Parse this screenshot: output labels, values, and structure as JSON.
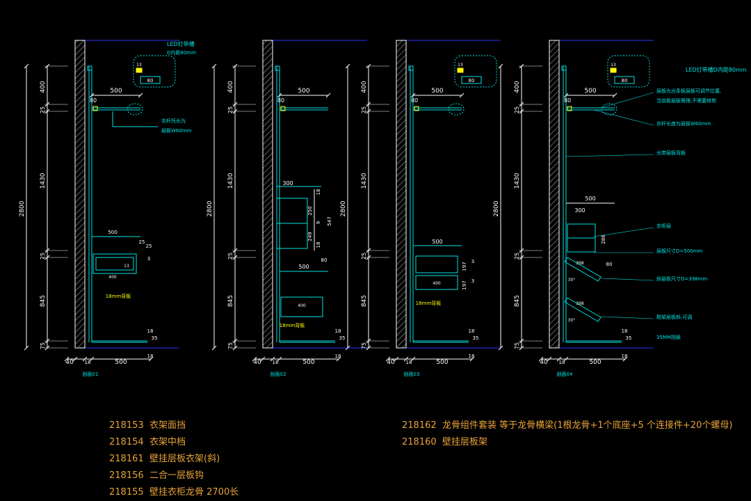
{
  "colors": {
    "background": "#000000",
    "line": "#00e5e5",
    "wall": "#ffffff",
    "hatch": "#a0a0a0",
    "slab": "#3030ff",
    "dim_text": "#ffffff",
    "note_text": "#00e5e5",
    "led": "#ffff00",
    "legend_text": "#e8a33a"
  },
  "sections": [
    {
      "id": "s1",
      "label": "剖面01",
      "dims_vertical": {
        "total": "2800",
        "top": "400",
        "top_shelf": "25",
        "middle": "1430",
        "lower_shelf": "25",
        "bottom": "845",
        "base": "75"
      },
      "dims_horizontal": {
        "wall": "40",
        "gap": "18",
        "depth": "500"
      },
      "top_shelf_width": "500",
      "top_offset": "80",
      "led_box": {
        "label": "LED灯带槽",
        "sub": "D内距80mm",
        "dim": "80",
        "small": "13"
      },
      "notes": [
        {
          "text": "衣杆托长为",
          "key": "rod_a"
        },
        {
          "text": "层板W60mm",
          "key": "rod_b"
        }
      ],
      "drawer_width": "500",
      "drawer_dims": [
        "25",
        "25",
        "3"
      ],
      "drawer_inner": "400",
      "drawer_mark": "13",
      "board_note": "18mm背板",
      "base_dims": [
        "18",
        "35",
        "18"
      ]
    },
    {
      "id": "s2",
      "label": "剖面02",
      "dims_vertical": {
        "total": "2800",
        "top": "400",
        "top_shelf": "25",
        "middle": "1430",
        "lower_shelf": "25",
        "bottom": "845",
        "base": "75"
      },
      "dims_horizontal": {
        "wall": "40",
        "gap": "18",
        "depth": "500"
      },
      "top_shelf_width": "500",
      "top_offset": "80",
      "cabinet_width": "300",
      "cabinet_dims": [
        "18",
        "250",
        "9",
        "249",
        "18"
      ],
      "cabinet_total": "547",
      "drawer_width": "500",
      "drawer_offset": "80",
      "drawer_inner": "400",
      "board_note": "18mm背板",
      "base_dims": [
        "18",
        "35",
        "18"
      ]
    },
    {
      "id": "s3",
      "label": "剖面03",
      "dims_vertical": {
        "total": "2800",
        "top": "400",
        "top_shelf": "25",
        "middle": "1430",
        "lower_shelf": "25",
        "bottom": "845",
        "base": "75"
      },
      "dims_horizontal": {
        "wall": "40",
        "gap": "18",
        "depth": "500"
      },
      "top_shelf_width": "500",
      "top_offset": "80",
      "led_box": {
        "label": "",
        "sub": "",
        "dim": "80",
        "small": "13"
      },
      "drawer_width": "500",
      "drawer_dims": [
        "197",
        "3",
        "197",
        "3"
      ],
      "drawer_inner": "400",
      "board_note": "18mm背板",
      "base_dims": [
        "18",
        "35",
        "18"
      ]
    },
    {
      "id": "s4",
      "label": "剖面04",
      "dims_vertical": {
        "total": "2800",
        "top": "400",
        "top_shelf": "25",
        "middle": "1430",
        "lower_shelf": "25",
        "bottom": "845",
        "base": "75"
      },
      "dims_horizontal": {
        "wall": "40",
        "gap": "18",
        "depth": "500"
      },
      "top_shelf_width": "500",
      "top_offset": "80",
      "led_box": {
        "label": "LED灯带槽D内距80mm",
        "sub": "",
        "dim": "80",
        "small": "13"
      },
      "notes": [
        {
          "text": "层板为光条板层板可调节位置,",
          "key": "n1"
        },
        {
          "text": "当前板层板需理,不需要修剪",
          "key": "n2"
        },
        {
          "text": "衣杆长度为层板W60mm",
          "key": "n3"
        },
        {
          "text": "光带层板背板",
          "key": "n4"
        },
        {
          "text": "衣柜层",
          "key": "n5"
        },
        {
          "text": "层板尺寸D=500mm",
          "key": "n6"
        },
        {
          "text": "斜层板尺寸D=398mm",
          "key": "n7"
        },
        {
          "text": "鞋架层板斜,可调",
          "key": "n8"
        },
        {
          "text": "35MM挡板",
          "key": "n9"
        }
      ],
      "cabinet_width": "500",
      "cabinet_inner": "300",
      "cabinet_height": "286",
      "cabinet_offset": "80",
      "slope_dims": [
        "398",
        "30°",
        "398",
        "30°"
      ],
      "base_dims": [
        "18",
        "35",
        "18"
      ]
    }
  ],
  "legend_left": [
    {
      "code": "218153",
      "desc": "衣架面挡"
    },
    {
      "code": "218154",
      "desc": "衣架中档"
    },
    {
      "code": "218161",
      "desc": "壁挂层板衣架(斜)"
    },
    {
      "code": "218156",
      "desc": "二合一层板钩"
    },
    {
      "code": "218155",
      "desc": "壁挂衣柜龙骨 2700长"
    }
  ],
  "legend_right": [
    {
      "code": "218162",
      "desc": "龙骨组件套装 等于龙骨横梁(1根龙骨+1个底座+5 个连接件+20个螺母)"
    },
    {
      "code": "218160",
      "desc": "壁挂层板架"
    }
  ]
}
